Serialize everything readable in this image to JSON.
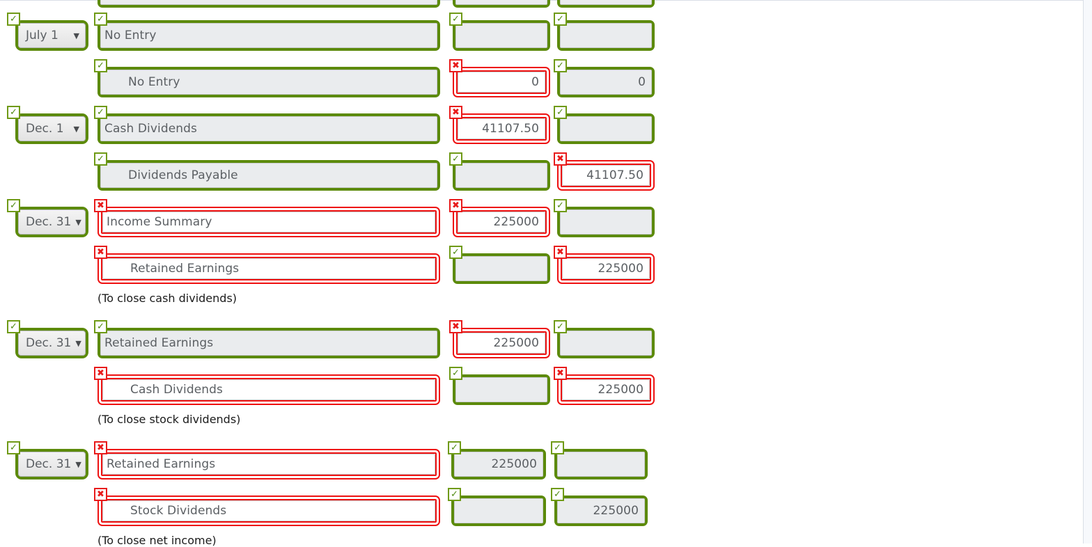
{
  "meta": {
    "ok_color": "#5c8a0a",
    "bad_color": "#ee1111",
    "field_bg_ok": "#eaecee",
    "field_bg_bad": "#ffffff",
    "text_color": "#5b5f63",
    "caption_color": "#1b1b1b"
  },
  "icons": {
    "check": "✓",
    "cross": "✖",
    "caret_down": "▼"
  },
  "journal": {
    "partial_top_row": {
      "account_status": "ok",
      "debit_status": "ok",
      "credit_status": "ok"
    },
    "entries": [
      {
        "date": {
          "value": "July 1",
          "status": "ok"
        },
        "lines": [
          {
            "account": "No Entry",
            "indent": false,
            "account_status": "ok",
            "debit": "",
            "debit_status": "ok",
            "credit": "",
            "credit_status": "ok"
          },
          {
            "account": "No Entry",
            "indent": true,
            "account_status": "ok",
            "debit": "0",
            "debit_status": "bad",
            "credit": "0",
            "credit_status": "ok"
          }
        ],
        "caption": ""
      },
      {
        "date": {
          "value": "Dec. 1",
          "status": "ok"
        },
        "lines": [
          {
            "account": "Cash Dividends",
            "indent": false,
            "account_status": "ok",
            "debit": "41107.50",
            "debit_status": "bad",
            "credit": "",
            "credit_status": "ok"
          },
          {
            "account": "Dividends Payable",
            "indent": true,
            "account_status": "ok",
            "debit": "",
            "debit_status": "ok",
            "credit": "41107.50",
            "credit_status": "bad"
          }
        ],
        "caption": ""
      },
      {
        "date": {
          "value": "Dec. 31",
          "status": "ok"
        },
        "lines": [
          {
            "account": "Income Summary",
            "indent": false,
            "account_status": "bad",
            "debit": "225000",
            "debit_status": "bad",
            "credit": "",
            "credit_status": "ok"
          },
          {
            "account": "Retained Earnings",
            "indent": true,
            "account_status": "bad",
            "debit": "",
            "debit_status": "ok",
            "credit": "225000",
            "credit_status": "bad"
          }
        ],
        "caption": "(To close cash dividends)"
      },
      {
        "date": {
          "value": "Dec. 31",
          "status": "ok"
        },
        "lines": [
          {
            "account": "Retained Earnings",
            "indent": false,
            "account_status": "ok",
            "debit": "225000",
            "debit_status": "bad",
            "credit": "",
            "credit_status": "ok"
          },
          {
            "account": "Cash Dividends",
            "indent": true,
            "account_status": "bad",
            "debit": "",
            "debit_status": "ok",
            "credit": "225000",
            "credit_status": "bad"
          }
        ],
        "caption": "(To close stock dividends)"
      },
      {
        "date": {
          "value": "Dec. 31",
          "status": "ok"
        },
        "lines": [
          {
            "account": "Retained Earnings",
            "indent": false,
            "account_status": "bad",
            "debit": "225000",
            "debit_status": "ok",
            "credit": "",
            "credit_status": "ok"
          },
          {
            "account": "Stock Dividends",
            "indent": true,
            "account_status": "bad",
            "debit": "",
            "debit_status": "ok",
            "credit": "225000",
            "credit_status": "ok"
          }
        ],
        "caption": "(To close net income)"
      }
    ]
  }
}
